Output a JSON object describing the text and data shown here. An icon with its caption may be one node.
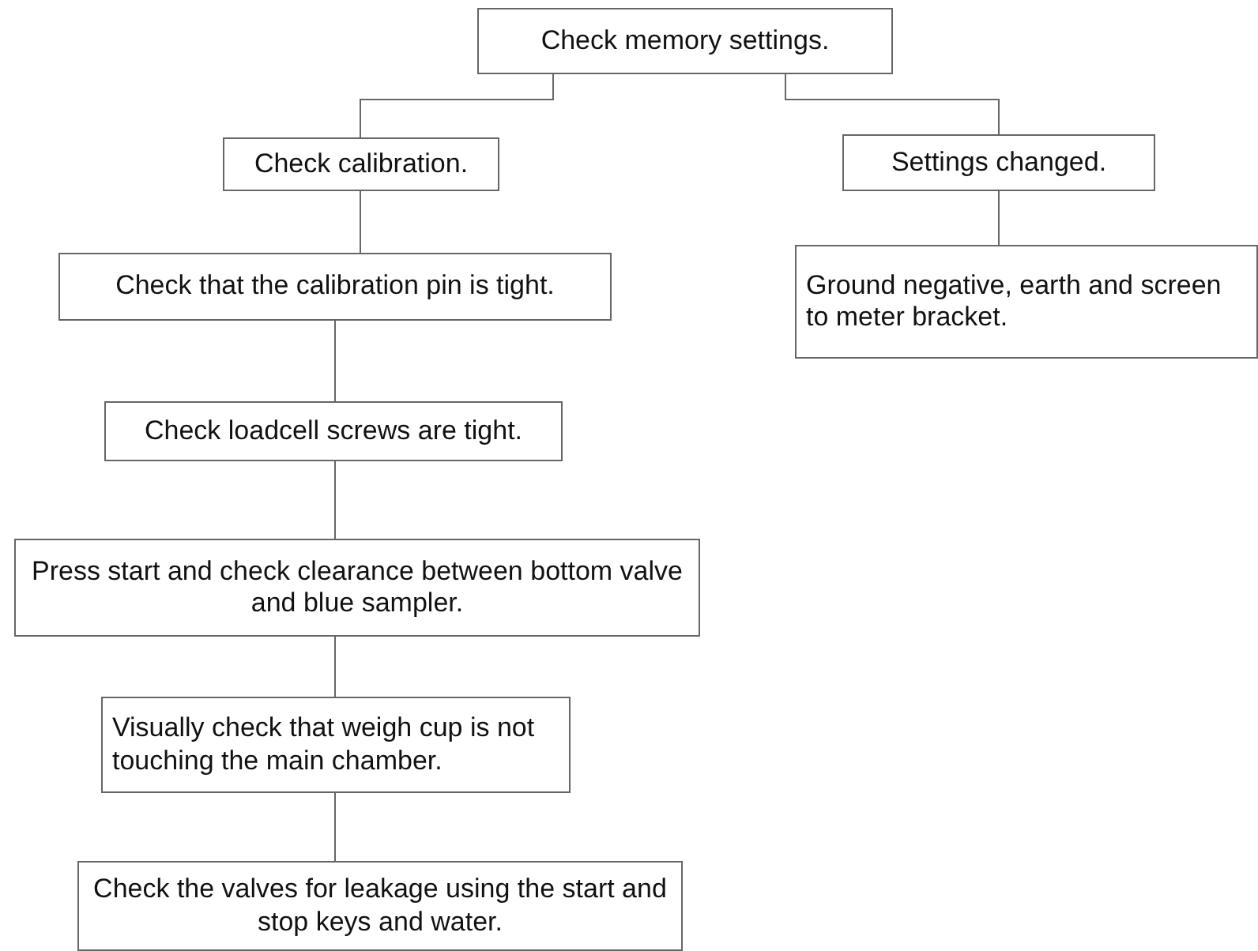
{
  "diagram": {
    "nodes": [
      {
        "text": [
          "Check memory settings."
        ]
      },
      {
        "text": [
          "Check calibration."
        ]
      },
      {
        "text": [
          "Settings changed."
        ]
      },
      {
        "text": [
          "Check that the calibration pin is tight."
        ]
      },
      {
        "text": [
          "Ground negative, earth and screen to meter bracket."
        ]
      },
      {
        "text": [
          "Check loadcell screws are tight."
        ]
      },
      {
        "text": [
          "Press start and check clearance between bottom valve and blue sampler."
        ]
      },
      {
        "text": [
          "Visually check that weigh cup is not touching the main chamber."
        ]
      },
      {
        "text": [
          "Check the valves for leakage using the start and stop keys and water."
        ]
      }
    ],
    "edges": [
      {
        "from": 0,
        "to": 1,
        "arrow": "none"
      },
      {
        "from": 0,
        "to": 2,
        "arrow": "none"
      },
      {
        "from": 1,
        "to": 3,
        "arrow": "none"
      },
      {
        "from": 2,
        "to": 4,
        "arrow": "none"
      },
      {
        "from": 3,
        "to": 5,
        "arrow": "none"
      },
      {
        "from": 5,
        "to": 6,
        "arrow": "none"
      },
      {
        "from": 6,
        "to": 7,
        "arrow": "none"
      },
      {
        "from": 7,
        "to": 8,
        "arrow": "none"
      }
    ]
  }
}
